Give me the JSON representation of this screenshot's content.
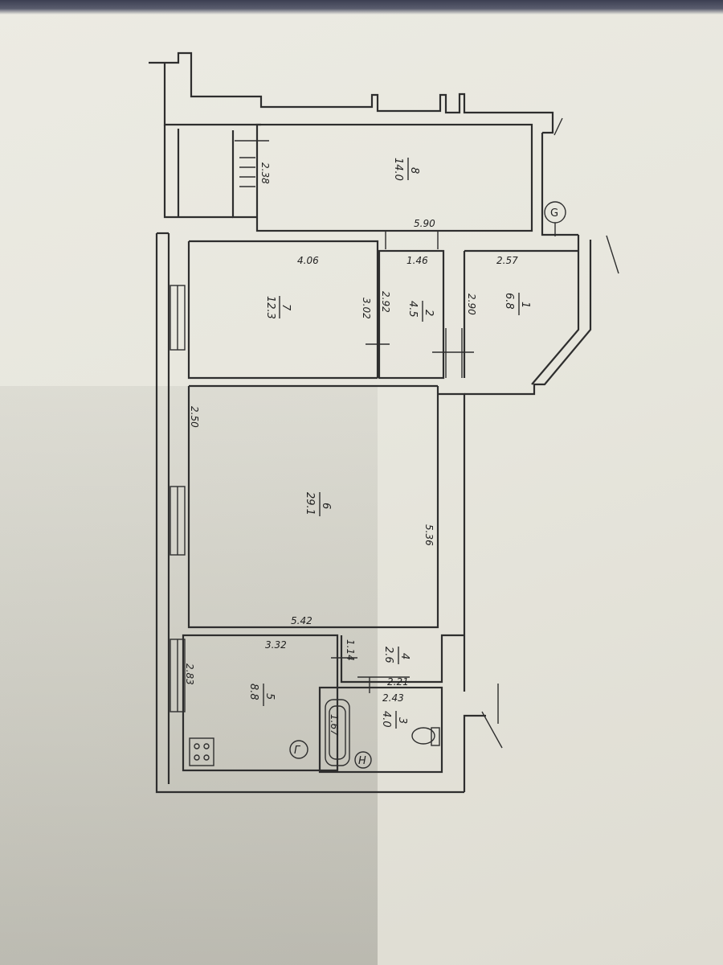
{
  "plan": {
    "axis_marker": "G",
    "rooms": [
      {
        "number": "8",
        "area": "14.0"
      },
      {
        "number": "7",
        "area": "12.3"
      },
      {
        "number": "2",
        "area": "4.5"
      },
      {
        "number": "1",
        "area": "6.8"
      },
      {
        "number": "6",
        "area": "29.1"
      },
      {
        "number": "5",
        "area": "8.8"
      },
      {
        "number": "4",
        "area": "2.6"
      },
      {
        "number": "3",
        "area": "4.0"
      }
    ],
    "dimensions": [
      "2.38",
      "5.90",
      "4.06",
      "3.02",
      "1.46",
      "2.92",
      "2.57",
      "2.90",
      "2.50",
      "5.36",
      "5.42",
      "3.32",
      "2.83",
      "1.14",
      "2.21",
      "2.43",
      "1.67"
    ],
    "kitchen_symbol": "Г",
    "bath_symbol": "Н"
  }
}
